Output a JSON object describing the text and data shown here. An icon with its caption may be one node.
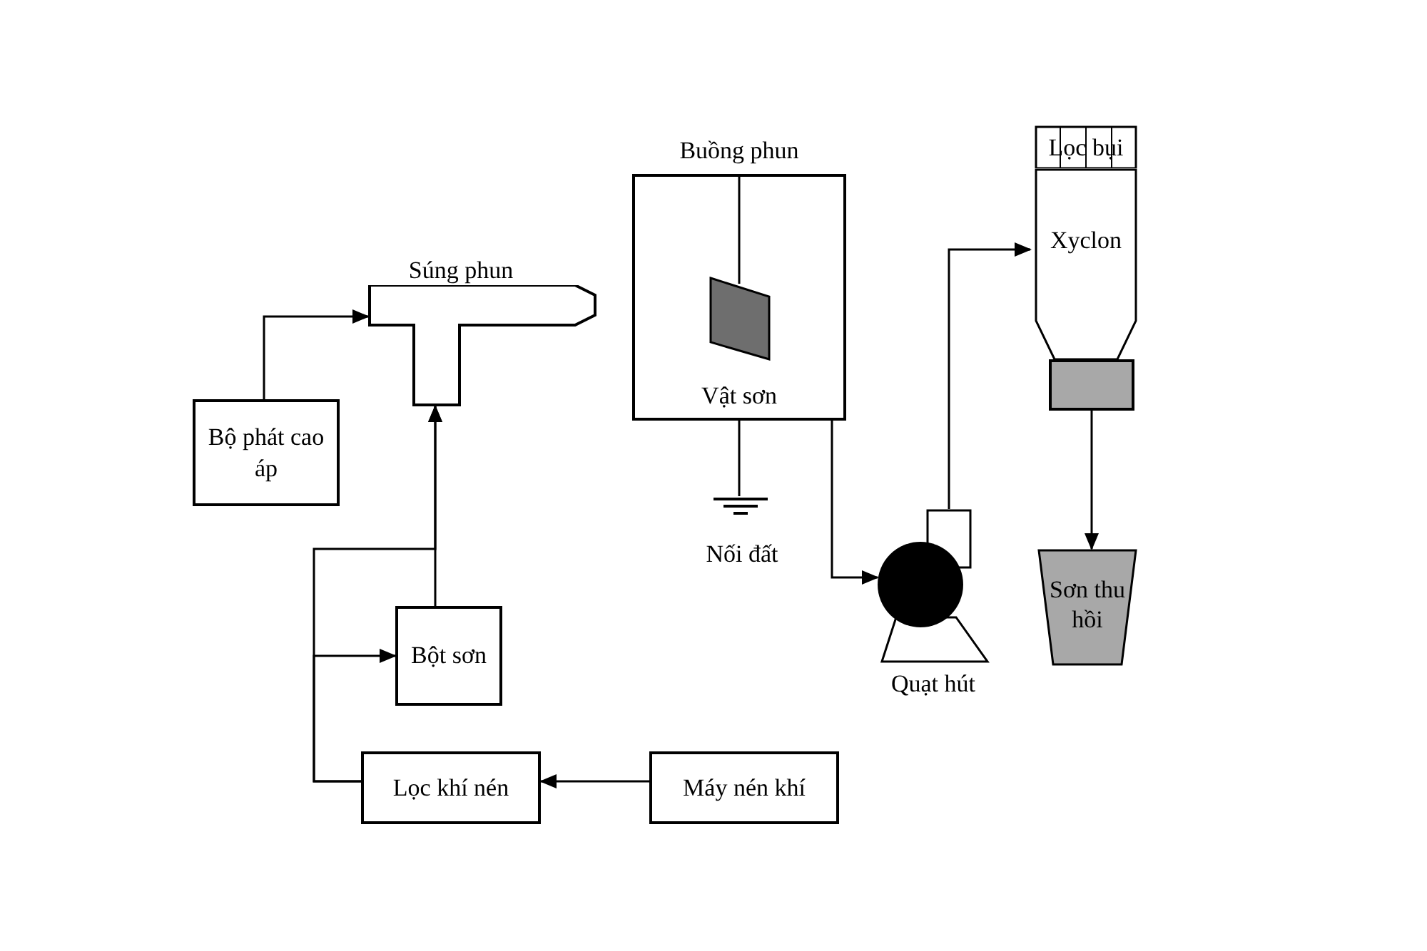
{
  "diagram": {
    "nodes": [
      {
        "text": [
          "Bộ phát cao áp"
        ]
      },
      {
        "text": [
          "Súng phun"
        ]
      },
      {
        "text": [
          "Bột sơn"
        ]
      },
      {
        "text": [
          "Lọc khí nén"
        ]
      },
      {
        "text": [
          "Máy nén khí"
        ]
      },
      {
        "text": [
          "Buồng phun",
          "Vật sơn"
        ]
      },
      {
        "text": [
          "Nối đất"
        ]
      },
      {
        "text": [
          "Quạt hút"
        ]
      },
      {
        "text": [
          "Lọc bụi"
        ]
      },
      {
        "text": [
          "Xyclon"
        ]
      },
      {
        "text": [],
        "shape": "box"
      },
      {
        "text": [
          "Sơn thu hồi"
        ]
      }
    ],
    "edges": [
      {
        "from": 0,
        "to": 1,
        "arrow": "to"
      },
      {
        "from": 2,
        "to": 1,
        "arrow": "to"
      },
      {
        "from": 3,
        "to": 1,
        "arrow": "to"
      },
      {
        "from": 3,
        "to": 2,
        "arrow": "to"
      },
      {
        "from": 4,
        "to": 3,
        "arrow": "to"
      },
      {
        "from": 5,
        "to": 6,
        "arrow": "none"
      },
      {
        "from": 5,
        "to": 7,
        "arrow": "to"
      },
      {
        "from": 7,
        "to": 9,
        "arrow": "to"
      },
      {
        "from": 10,
        "to": 11,
        "arrow": "to"
      }
    ]
  }
}
